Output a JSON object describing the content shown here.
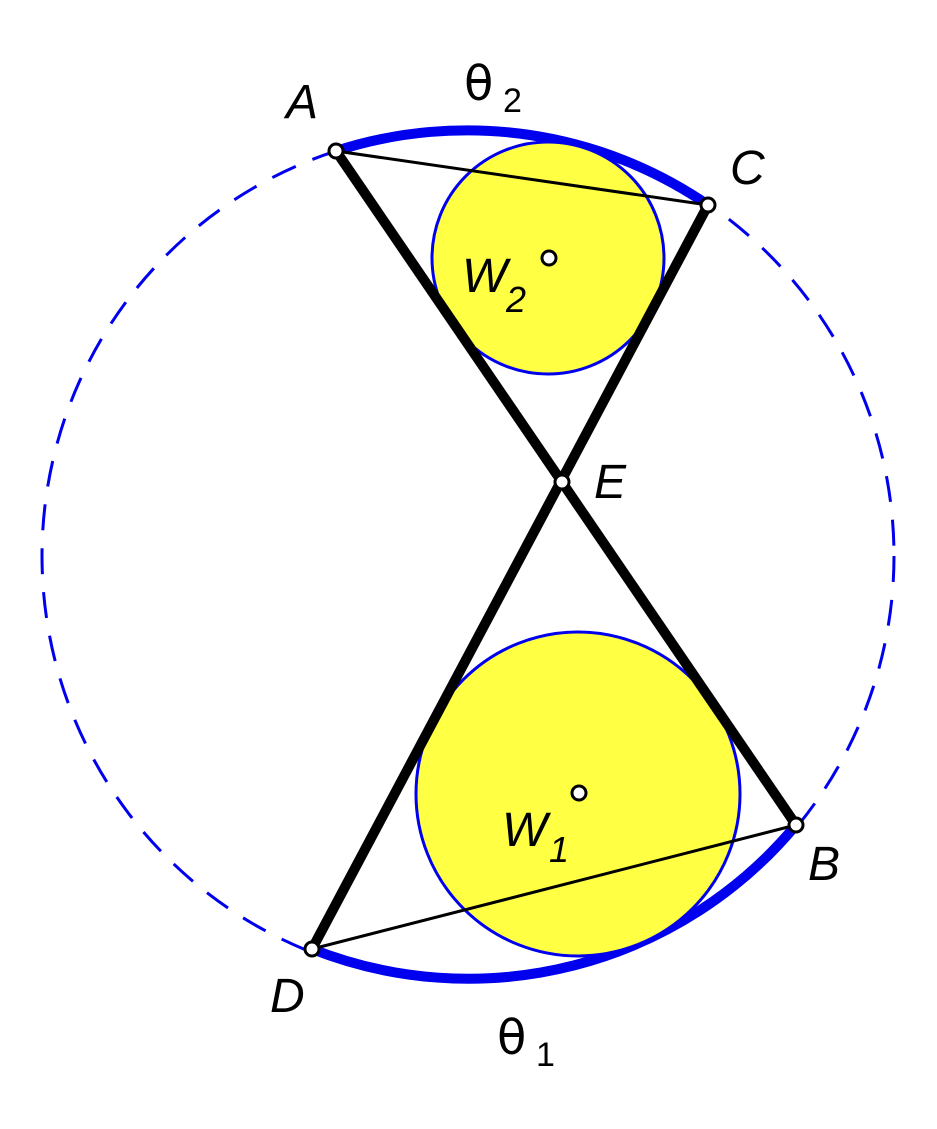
{
  "diagram": {
    "colors": {
      "circle": "#0000ee",
      "incircle_fill": "#ffff44",
      "chord": "#000000",
      "point_fill": "#ffffff"
    },
    "points": {
      "A": "A",
      "B": "B",
      "C": "C",
      "D": "D",
      "E": "E"
    },
    "circles": {
      "w1": {
        "letter": "W",
        "sub": "1"
      },
      "w2": {
        "letter": "W",
        "sub": "2"
      }
    },
    "arcs": {
      "theta1": {
        "symbol": "θ",
        "sub": "1"
      },
      "theta2": {
        "symbol": "θ",
        "sub": "2"
      }
    }
  }
}
